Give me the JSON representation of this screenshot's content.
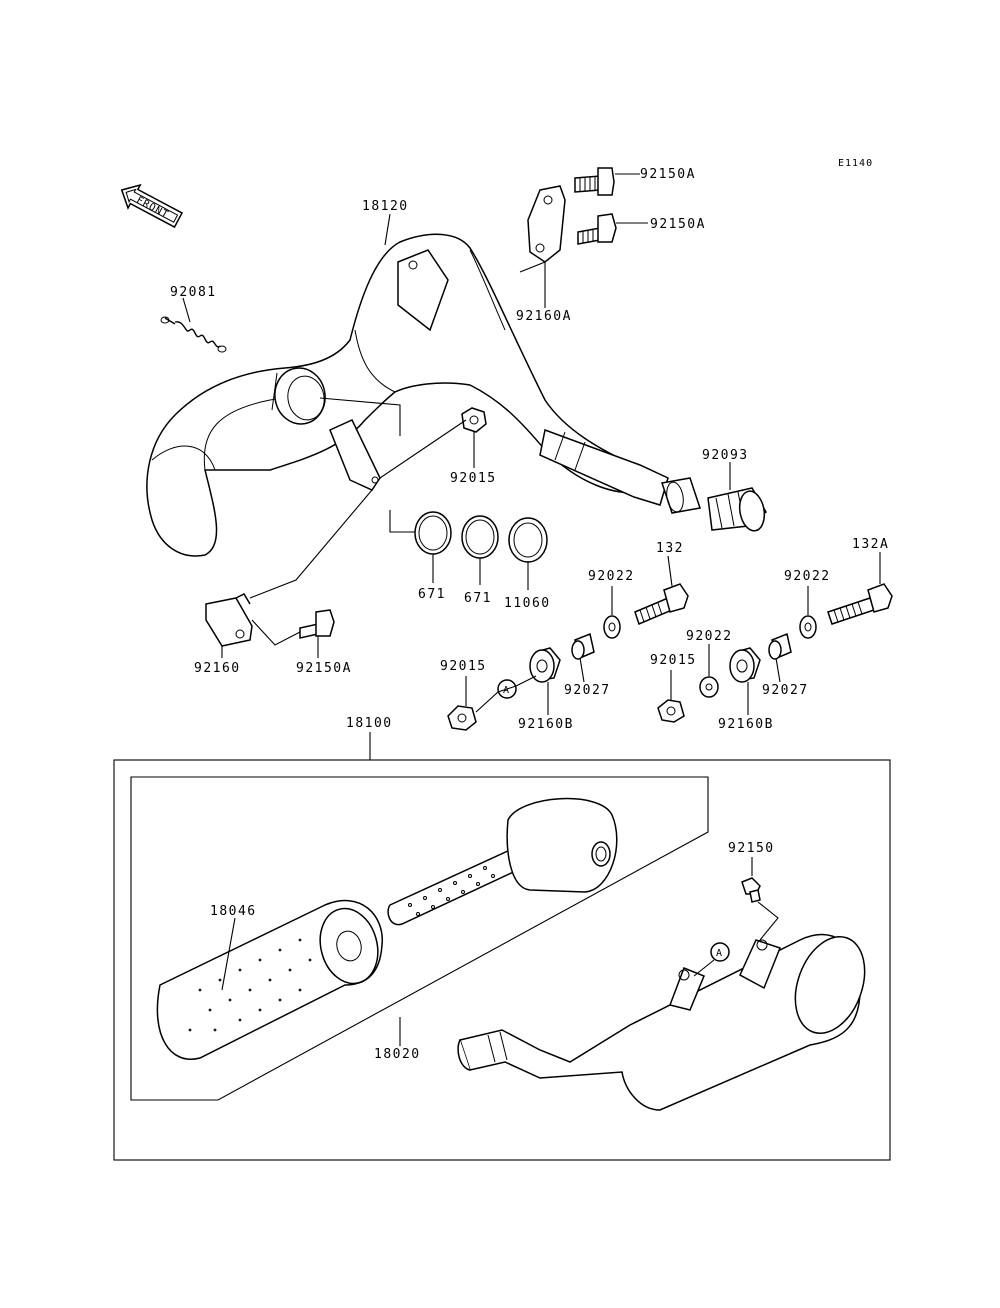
{
  "diagram_code": "E1140",
  "front_arrow": {
    "text": "FRONT"
  },
  "ref_marker": "A",
  "labels": {
    "p18120": "18120",
    "p92150A_1": "92150A",
    "p92150A_2": "92150A",
    "p92160A": "92160A",
    "p92081": "92081",
    "p92015_a": "92015",
    "p92093": "92093",
    "p671_a": "671",
    "p671_b": "671",
    "p11060": "11060",
    "p92160": "92160",
    "p92150A_3": "92150A",
    "p92022_a": "92022",
    "p132": "132",
    "p92022_b": "92022",
    "p132A": "132A",
    "p92022_c": "92022",
    "p92015_b": "92015",
    "p92027_a": "92027",
    "p92160B_a": "92160B",
    "p92015_c": "92015",
    "p92027_b": "92027",
    "p92160B_b": "92160B",
    "p18100": "18100",
    "p92150": "92150",
    "p18046": "18046",
    "p18020": "18020"
  }
}
